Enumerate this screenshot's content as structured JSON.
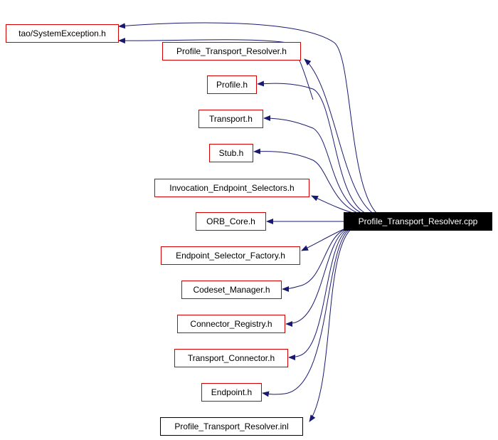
{
  "root": "Profile_Transport_Resolver.cpp",
  "includes": [
    "tao/SystemException.h",
    "Profile_Transport_Resolver.h",
    "Profile.h",
    "Transport.h",
    "Stub.h",
    "Invocation_Endpoint_Selectors.h",
    "ORB_Core.h",
    "Endpoint_Selector_Factory.h",
    "Codeset_Manager.h",
    "Connector_Registry.h",
    "Transport_Connector.h",
    "Endpoint.h",
    "Profile_Transport_Resolver.inl"
  ],
  "colors": {
    "edge": "#191970",
    "node_border": "#d40000",
    "inl_border": "#000000",
    "root_fill": "#000000",
    "root_text": "#ffffff"
  }
}
